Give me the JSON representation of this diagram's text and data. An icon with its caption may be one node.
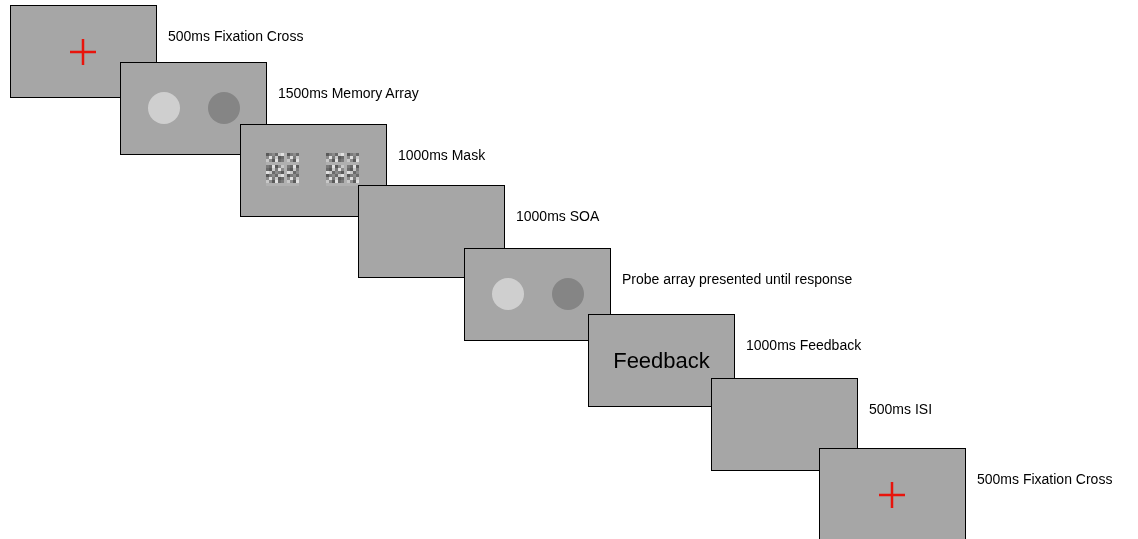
{
  "diagram": {
    "nodes": [
      {
        "text": [],
        "shape": "box",
        "beside": [
          "500ms Fixation Cross"
        ]
      },
      {
        "text": [],
        "shape": "box",
        "beside": [
          "1500ms Memory Array"
        ]
      },
      {
        "text": [],
        "shape": "box",
        "beside": [
          "1000ms Mask"
        ]
      },
      {
        "text": [],
        "shape": "box",
        "beside": [
          "1000ms SOA"
        ]
      },
      {
        "text": [],
        "shape": "box",
        "beside": [
          "Probe array presented until response"
        ]
      },
      {
        "text": [
          "Feedback"
        ],
        "beside": [
          "1000ms Feedback"
        ]
      },
      {
        "text": [],
        "shape": "box",
        "beside": [
          "500ms ISI"
        ]
      },
      {
        "text": [],
        "shape": "box",
        "beside": [
          "500ms Fixation Cross"
        ]
      }
    ]
  }
}
